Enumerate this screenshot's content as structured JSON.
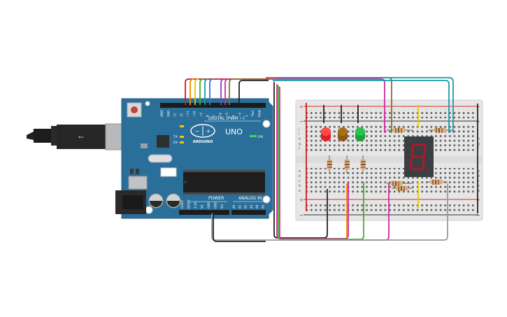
{
  "arduino": {
    "brand_text": "ARDUINO",
    "model_text": "UNO",
    "digital_header_label": "DIGITAL (PWM ~)",
    "power_label": "POWER",
    "analog_label": "ANALOG IN",
    "on_label": "ON",
    "tx_label": "TX",
    "rx_label": "RX",
    "digital_pins": [
      "AREF",
      "GND",
      "13",
      "12",
      "~11",
      "~10",
      "~9",
      "8",
      "7",
      "~6",
      "~5",
      "4",
      "~3",
      "2",
      "TX▸1",
      "RX◂0"
    ],
    "power_pins": [
      "IOREF",
      "RESET",
      "3.3V",
      "5V",
      "GND",
      "GND",
      "Vin"
    ],
    "analog_pins": [
      "A0",
      "A1",
      "A2",
      "A3",
      "A4",
      "A5"
    ]
  },
  "breadboard": {
    "row_letters_top": [
      "j",
      "i",
      "h",
      "g",
      "f"
    ],
    "row_letters_bottom": [
      "e",
      "d",
      "c",
      "b",
      "a"
    ],
    "rail_plus": "+",
    "rail_minus": "−"
  },
  "leds": [
    {
      "color_name": "red",
      "color": "#e02020"
    },
    {
      "color_name": "amber",
      "color": "#8a5a12"
    },
    {
      "color_name": "green",
      "color": "#1aa13a"
    }
  ],
  "seven_segment": {
    "digit": "8",
    "segment_color": "#b01827",
    "body_color": "#3a3f44"
  },
  "wire_colors": {
    "red": "#d11a1a",
    "orange": "#f08a00",
    "yellow": "#e8c400",
    "green": "#45b02c",
    "teal": "#1b9aa8",
    "blue": "#3173d8",
    "purple": "#8b3fc7",
    "magenta": "#cc2c9c",
    "brown": "#8b6a3a",
    "black": "#222222",
    "gray": "#9a9a9a"
  }
}
